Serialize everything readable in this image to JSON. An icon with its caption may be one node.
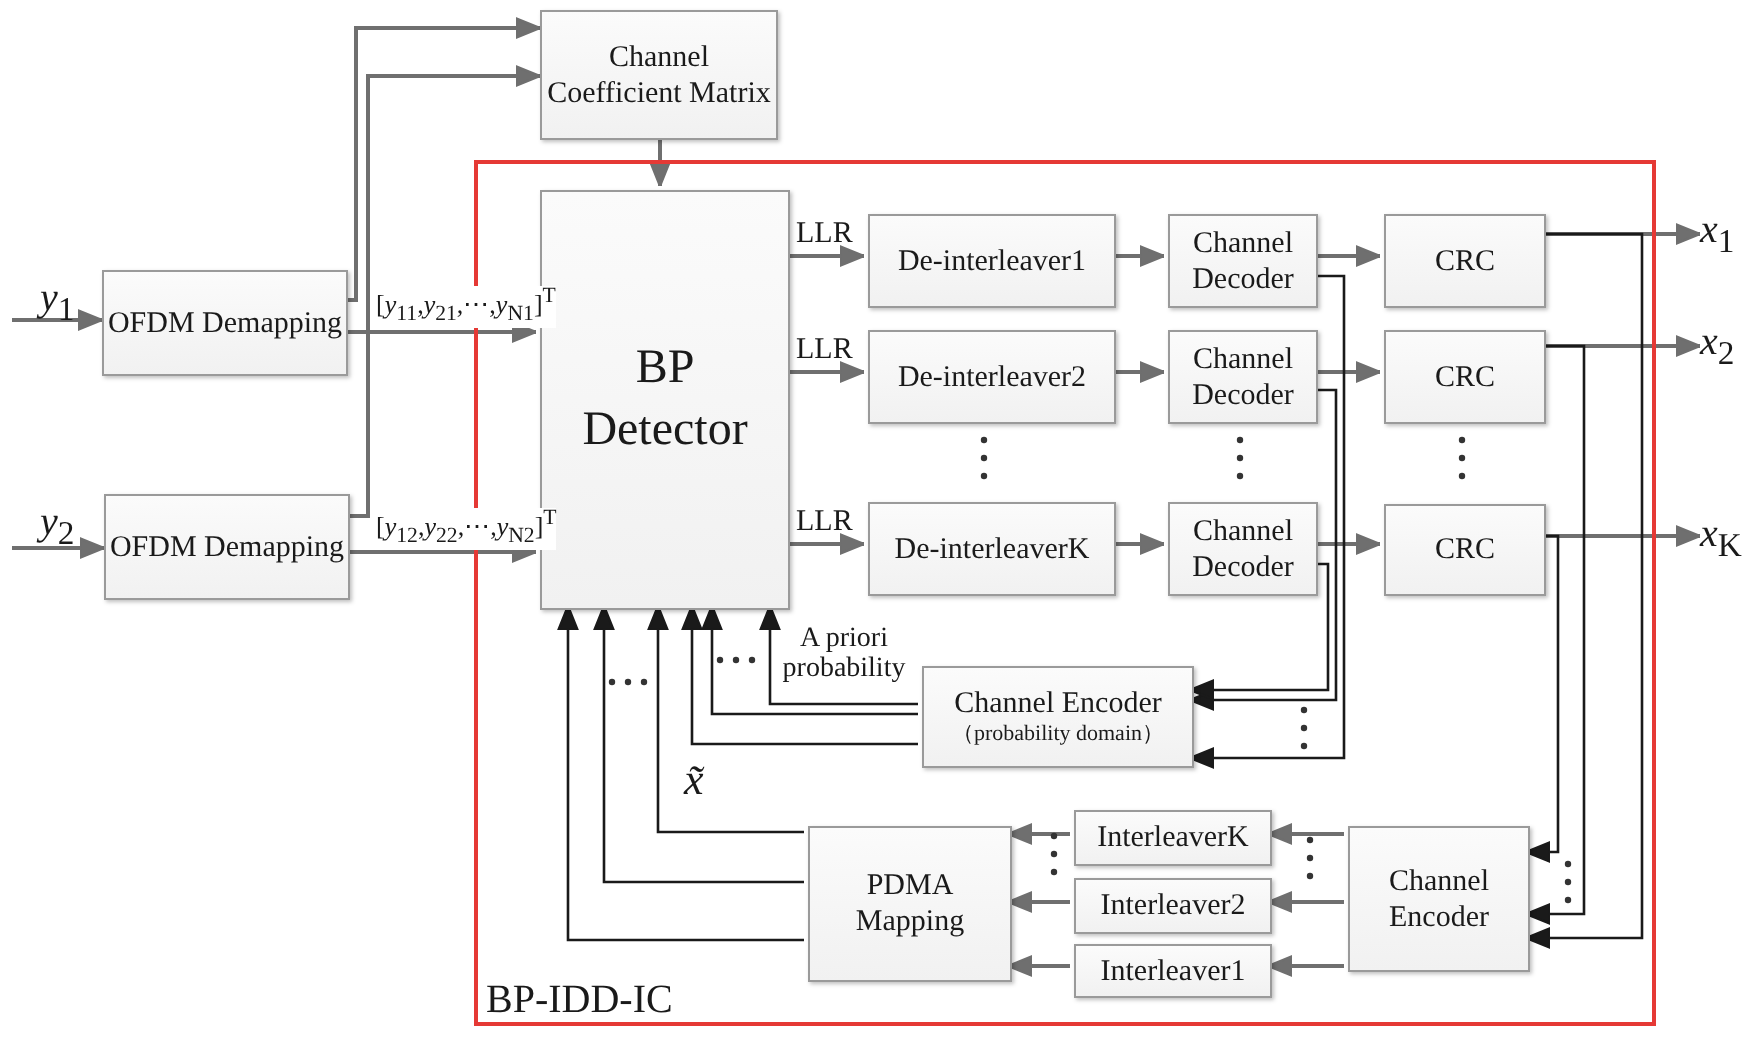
{
  "diagram": {
    "nodes": [
      {
        "text": [
          "Channel Coefficient Matrix"
        ]
      },
      {
        "text": [
          "OFDM Demapping"
        ]
      },
      {
        "text": [
          "OFDM Demapping"
        ]
      },
      {
        "text": [
          "BP-IDD-IC"
        ]
      },
      {
        "text": [
          "BP Detector"
        ],
        "in": 3
      },
      {
        "text": [
          "De-interleaver1"
        ],
        "in": 3
      },
      {
        "text": [
          "De-interleaver2"
        ],
        "in": 3
      },
      {
        "text": [
          "De-interleaverK"
        ],
        "in": 3
      },
      {
        "text": [
          "Channel Decoder"
        ],
        "in": 3
      },
      {
        "text": [
          "Channel Decoder"
        ],
        "in": 3
      },
      {
        "text": [
          "Channel Decoder"
        ],
        "in": 3
      },
      {
        "text": [
          "CRC"
        ],
        "in": 3
      },
      {
        "text": [
          "CRC"
        ],
        "in": 3
      },
      {
        "text": [
          "CRC"
        ],
        "in": 3
      },
      {
        "text": [
          "Channel Encoder",
          "（probability domain）"
        ],
        "in": 3
      },
      {
        "text": [
          "PDMA Mapping"
        ],
        "in": 3
      },
      {
        "text": [
          "InterleaverK"
        ],
        "in": 3
      },
      {
        "text": [
          "Interleaver2"
        ],
        "in": 3
      },
      {
        "text": [
          "Interleaver1"
        ],
        "in": 3
      },
      {
        "text": [
          "Channel Encoder"
        ],
        "in": 3
      },
      {
        "text": [
          "*x*$_{1}$"
        ]
      },
      {
        "text": [
          "*x*$_{2}$"
        ]
      },
      {
        "text": [
          "*x*$_{K}$"
        ]
      }
    ],
    "edges": [
      {
        "from": null,
        "to": 1,
        "arrow": "to",
        "label": "*y*$_{1}$"
      },
      {
        "from": null,
        "to": 2,
        "arrow": "to",
        "label": "*y*$_{2}$"
      },
      {
        "from": 1,
        "to": 0,
        "arrow": "to"
      },
      {
        "from": 2,
        "to": 0,
        "arrow": "to"
      },
      {
        "from": 0,
        "to": 4,
        "arrow": "to"
      },
      {
        "from": 1,
        "to": 4,
        "arrow": "to"
      },
      {
        "from": 2,
        "to": 4,
        "arrow": "to"
      },
      {
        "from": 4,
        "to": 5,
        "arrow": "to",
        "label": "LLR"
      },
      {
        "from": 4,
        "to": 6,
        "arrow": "to",
        "label": "LLR"
      },
      {
        "from": 4,
        "to": 7,
        "arrow": "to",
        "label": "LLR"
      },
      {
        "from": 5,
        "to": 8,
        "arrow": "to"
      },
      {
        "from": 6,
        "to": 9,
        "arrow": "to"
      },
      {
        "from": 7,
        "to": 10,
        "arrow": "to"
      },
      {
        "from": 8,
        "to": 11,
        "arrow": "to"
      },
      {
        "from": 9,
        "to": 12,
        "arrow": "to"
      },
      {
        "from": 10,
        "to": 13,
        "arrow": "to"
      },
      {
        "from": 11,
        "to": 20,
        "arrow": "to"
      },
      {
        "from": 12,
        "to": 21,
        "arrow": "to"
      },
      {
        "from": 13,
        "to": 22,
        "arrow": "to"
      },
      {
        "from": 8,
        "to": 14,
        "arrow": "to",
        "color": "#1a1a1a"
      },
      {
        "from": 9,
        "to": 14,
        "arrow": "to",
        "color": "#1a1a1a"
      },
      {
        "from": 10,
        "to": 14,
        "arrow": "to",
        "color": "#1a1a1a"
      },
      {
        "from": 11,
        "to": 19,
        "arrow": "to",
        "color": "#1a1a1a"
      },
      {
        "from": 12,
        "to": 19,
        "arrow": "to",
        "color": "#1a1a1a"
      },
      {
        "from": 13,
        "to": 19,
        "arrow": "to",
        "color": "#1a1a1a"
      },
      {
        "from": 14,
        "to": 4,
        "arrow": "to",
        "color": "#1a1a1a"
      },
      {
        "from": 14,
        "to": 4,
        "arrow": "to",
        "color": "#1a1a1a"
      },
      {
        "from": 14,
        "to": 4,
        "arrow": "to",
        "color": "#1a1a1a"
      },
      {
        "from": 15,
        "to": 4,
        "arrow": "to",
        "color": "#1a1a1a"
      },
      {
        "from": 15,
        "to": 4,
        "arrow": "to",
        "color": "#1a1a1a"
      },
      {
        "from": 15,
        "to": 4,
        "arrow": "to",
        "color": "#1a1a1a"
      },
      {
        "from": 19,
        "to": 16,
        "arrow": "to"
      },
      {
        "from": 19,
        "to": 17,
        "arrow": "to"
      },
      {
        "from": 19,
        "to": 18,
        "arrow": "to"
      },
      {
        "from": 16,
        "to": 15,
        "arrow": "to"
      },
      {
        "from": 17,
        "to": 15,
        "arrow": "to"
      },
      {
        "from": 18,
        "to": 15,
        "arrow": "to"
      }
    ],
    "labels": [
      "[*y*$_{11}$,*y*$_{21}$,⋯,*y*$_{N1}$]$^{T}$",
      "[*y*$_{12}$,*y*$_{22}$,⋯,*y*$_{N2}$]$^{T}$",
      "A priori probability",
      "x̃"
    ]
  }
}
